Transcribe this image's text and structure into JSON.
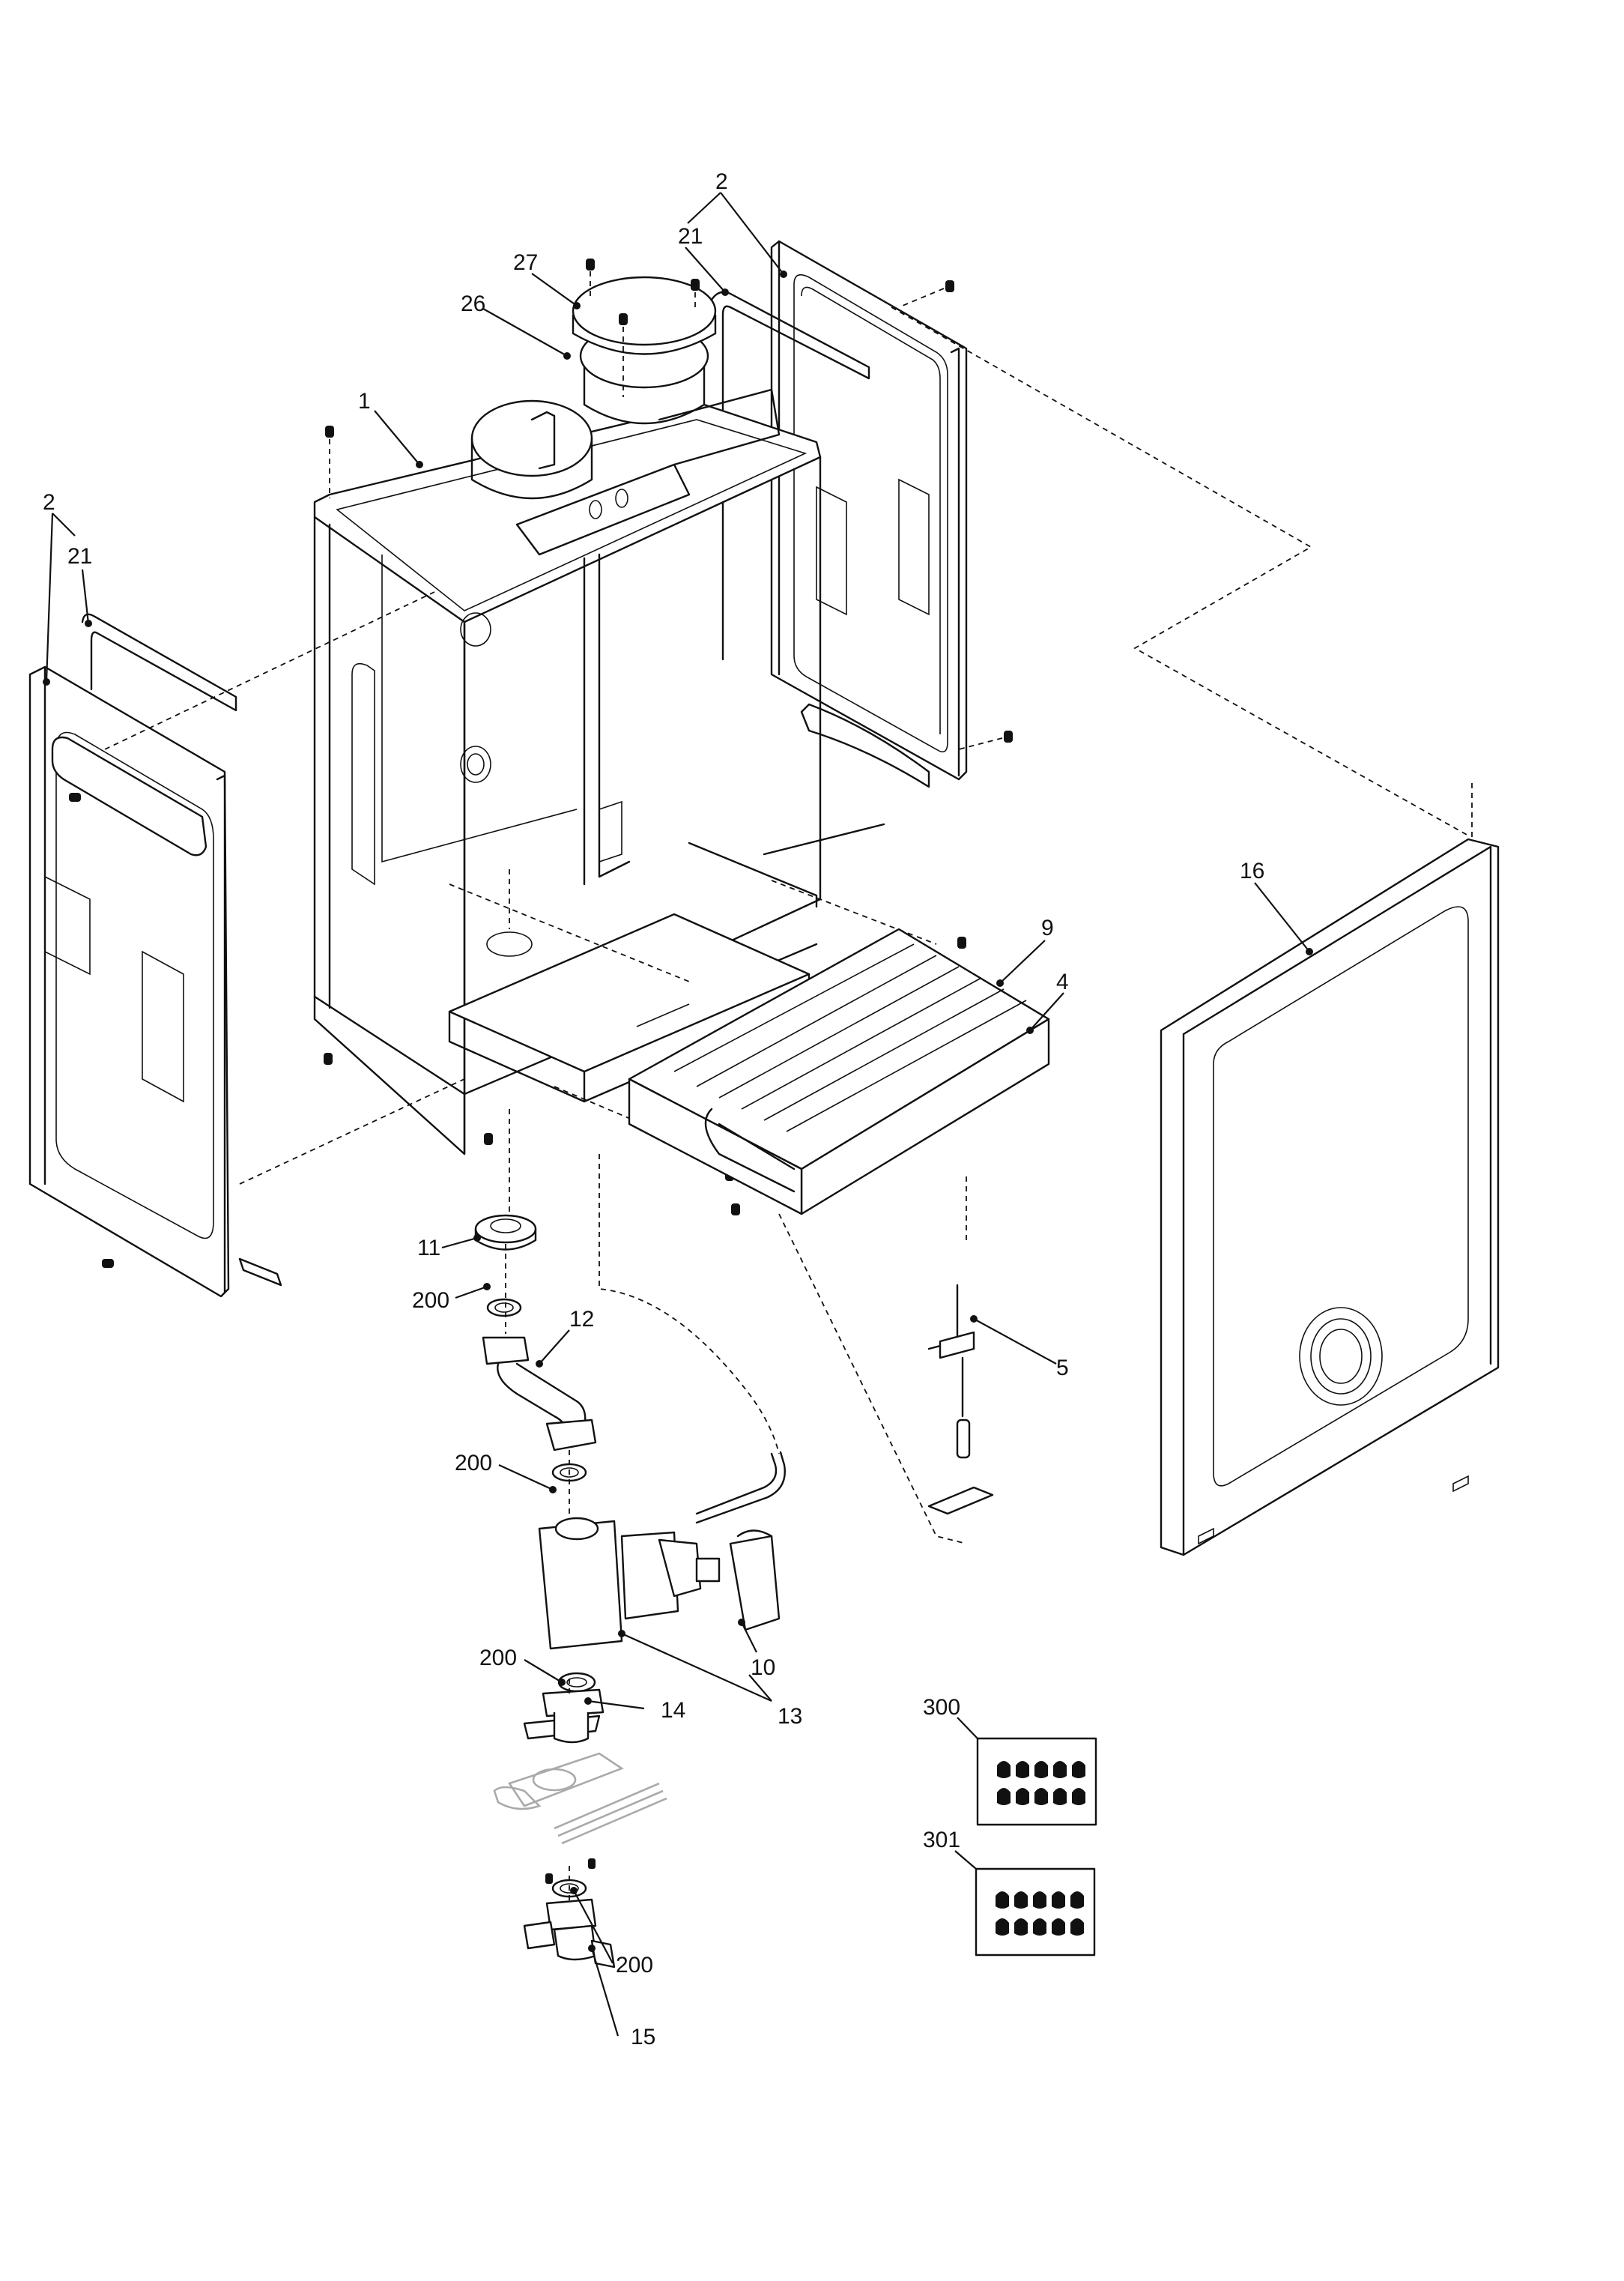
{
  "diagram": {
    "type": "exploded-parts-diagram",
    "subject": "Boiler casing, burner and gas connection assembly",
    "callouts": [
      {
        "id": "c2-right",
        "label": "2"
      },
      {
        "id": "c21-right",
        "label": "21"
      },
      {
        "id": "c27",
        "label": "27"
      },
      {
        "id": "c26",
        "label": "26"
      },
      {
        "id": "c1",
        "label": "1"
      },
      {
        "id": "c2-left",
        "label": "2"
      },
      {
        "id": "c21-left",
        "label": "21"
      },
      {
        "id": "c16",
        "label": "16"
      },
      {
        "id": "c9",
        "label": "9"
      },
      {
        "id": "c4",
        "label": "4"
      },
      {
        "id": "c11",
        "label": "11"
      },
      {
        "id": "c200-a",
        "label": "200"
      },
      {
        "id": "c12",
        "label": "12"
      },
      {
        "id": "c5",
        "label": "5"
      },
      {
        "id": "c200-b",
        "label": "200"
      },
      {
        "id": "c200-c",
        "label": "200"
      },
      {
        "id": "c10",
        "label": "10"
      },
      {
        "id": "c13",
        "label": "13"
      },
      {
        "id": "c14",
        "label": "14"
      },
      {
        "id": "c300",
        "label": "300"
      },
      {
        "id": "c301",
        "label": "301"
      },
      {
        "id": "c200-d",
        "label": "200"
      },
      {
        "id": "c15",
        "label": "15"
      }
    ],
    "kits": [
      {
        "label": "300",
        "rows": 2,
        "cols": 5,
        "item": "injector-icon"
      },
      {
        "label": "301",
        "rows": 2,
        "cols": 5,
        "item": "injector-icon"
      }
    ]
  }
}
